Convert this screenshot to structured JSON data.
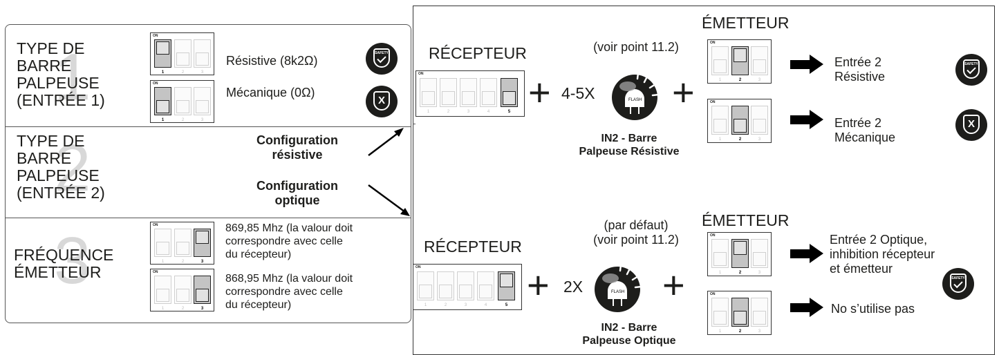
{
  "left": {
    "section1": {
      "number": "1",
      "title_lines": [
        "TYPE DE",
        "BARRE",
        "PALPEUSE",
        "(ENTRÉE 1)"
      ],
      "options": [
        {
          "label": "Résistive (8k2Ω)",
          "icon": "safety-check-icon",
          "badge": "SAFETY"
        },
        {
          "label": "Mécanique (0Ω)",
          "icon": "shield-x-icon",
          "badge": "X"
        }
      ]
    },
    "section2": {
      "number": "2",
      "title_lines": [
        "TYPE DE",
        "BARRE",
        "PALPEUSE",
        "(ENTRÉE 2)"
      ],
      "config_resistive": [
        "Configuration",
        "résistive"
      ],
      "config_optical": [
        "Configuration",
        "optique"
      ]
    },
    "section3": {
      "number": "3",
      "title_lines": [
        "FRÉQUENCE",
        "ÉMETTEUR"
      ],
      "options": [
        {
          "lines": [
            "869,85 Mhz (la valour doit",
            "correspondre avec celle",
            "du récepteur)"
          ]
        },
        {
          "lines": [
            "868,95 Mhz (la valour doit",
            "correspondre avec celle",
            "du récepteur)"
          ]
        }
      ]
    }
  },
  "right": {
    "top": {
      "receiver_label": "RÉCEPTEUR",
      "note_lines": [
        "(voir point 11.2)"
      ],
      "count": "4-5X",
      "flash_label": "FLASH",
      "caption_lines": [
        "IN2 - Barre",
        "Palpeuse Résistive"
      ],
      "emitter_label": "ÉMETTEUR",
      "results": [
        {
          "lines": [
            "Entrée 2",
            "Résistive"
          ],
          "badge": "SAFETY"
        },
        {
          "lines": [
            "Entrée 2",
            "Mécanique"
          ],
          "badge": "X"
        }
      ]
    },
    "bottom": {
      "receiver_label": "RÉCEPTEUR",
      "note_lines": [
        "(par défaut)",
        "(voir point 11.2)"
      ],
      "count": "2X",
      "flash_label": "FLASH",
      "caption_lines": [
        "IN2 - Barre",
        "Palpeuse Optique"
      ],
      "emitter_label": "ÉMETTEUR",
      "results": [
        {
          "lines": [
            "Entrée 2 Optique,",
            "inhibition récepteur",
            "et émetteur"
          ],
          "badge": "SAFETY"
        },
        {
          "lines": [
            "No s’utilise pas"
          ]
        }
      ]
    }
  },
  "dip": {
    "on_label": "ON",
    "labels3": [
      "1",
      "2",
      "3"
    ],
    "labels5": [
      "1",
      "2",
      "3",
      "4",
      "5"
    ]
  }
}
